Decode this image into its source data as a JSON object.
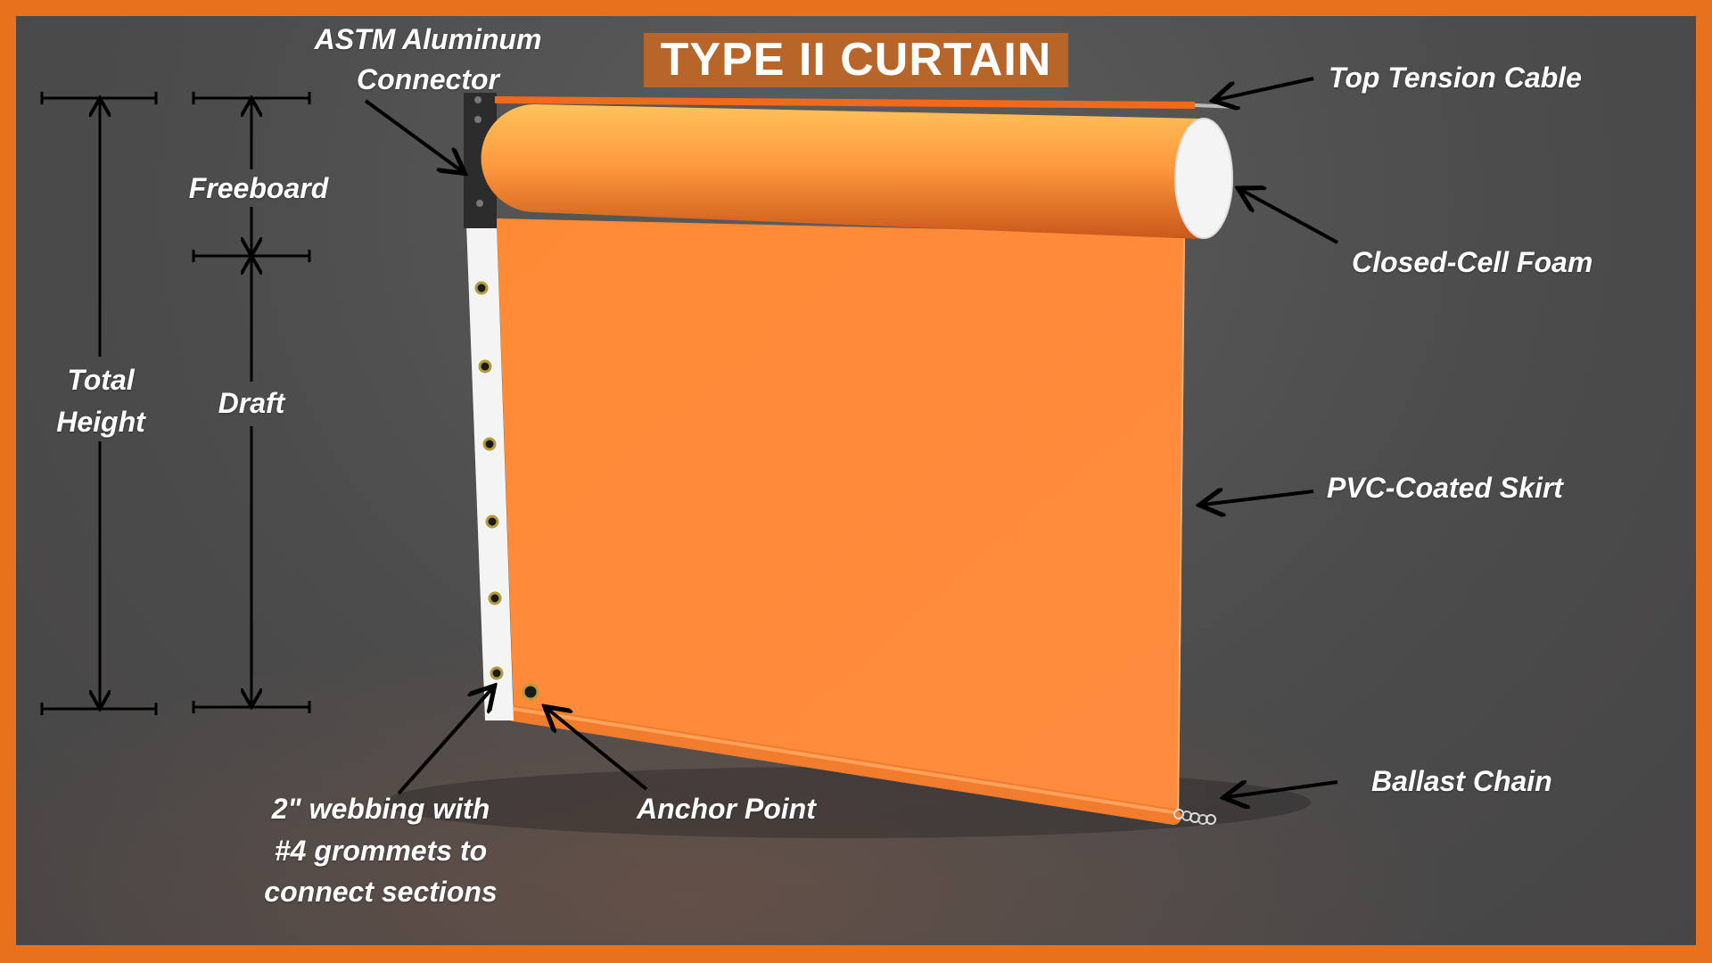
{
  "title": "TYPE II CURTAIN",
  "colors": {
    "border": "#E8711E",
    "title_bg": "#B8652A",
    "curtain": "#FF8A3A",
    "background": "#4f4f4f"
  },
  "labels": {
    "connector_line1": "ASTM Aluminum",
    "connector_line2": "Connector",
    "top_tension_cable": "Top Tension Cable",
    "closed_cell_foam": "Closed-Cell Foam",
    "pvc_skirt": "PVC-Coated Skirt",
    "ballast_chain": "Ballast Chain",
    "anchor_point": "Anchor Point",
    "webbing_line1": "2\" webbing with",
    "webbing_line2": "#4 grommets to",
    "webbing_line3": "connect sections"
  },
  "dimensions": {
    "freeboard": "Freeboard",
    "draft": "Draft",
    "total_line1": "Total",
    "total_line2": "Height"
  }
}
